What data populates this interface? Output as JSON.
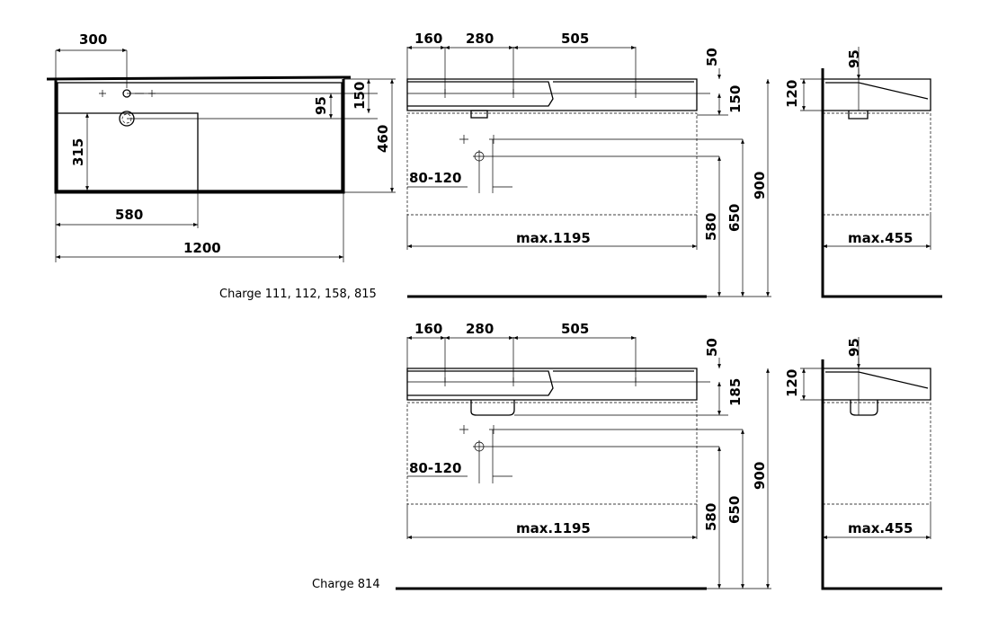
{
  "plan_view": {
    "dim_300": "300",
    "dim_150": "150",
    "dim_95": "95",
    "dim_460": "460",
    "dim_315": "315",
    "dim_580": "580",
    "dim_1200": "1200"
  },
  "variant_a": {
    "caption": "Charge 111, 112, 158, 815",
    "dim_160": "160",
    "dim_280": "280",
    "dim_505": "505",
    "dim_50": "50",
    "dim_150": "150",
    "dim_80_120": "80-120",
    "dim_max_1195": "max.1195",
    "dim_580": "580",
    "dim_650": "650",
    "dim_900": "900",
    "side_95": "95",
    "side_120": "120",
    "side_max_455": "max.455"
  },
  "variant_b": {
    "caption": "Charge 814",
    "dim_160": "160",
    "dim_280": "280",
    "dim_505": "505",
    "dim_50": "50",
    "dim_185": "185",
    "dim_80_120": "80-120",
    "dim_max_1195": "max.1195",
    "dim_580": "580",
    "dim_650": "650",
    "dim_900": "900",
    "side_95": "95",
    "side_120": "120",
    "side_max_455": "max.455"
  }
}
